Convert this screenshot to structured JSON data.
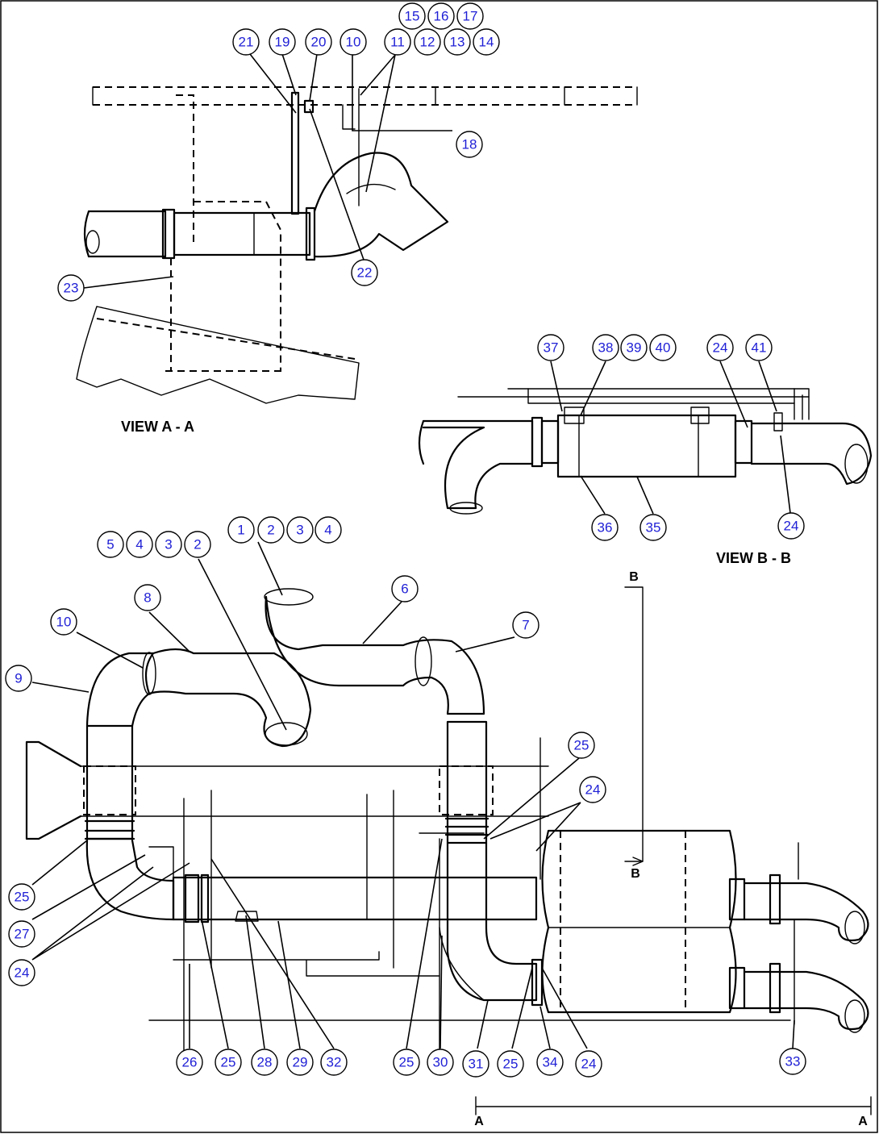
{
  "views": {
    "view_aa_label": "VIEW A - A",
    "view_bb_label": "VIEW B - B"
  },
  "section_marks": {
    "a_left": "A",
    "a_right": "A",
    "b_top": "B",
    "b_bottom": "B"
  },
  "callouts": {
    "aa": [
      "21",
      "19",
      "20",
      "10",
      "11",
      "12",
      "13",
      "14",
      "15",
      "16",
      "17",
      "18",
      "22",
      "23"
    ],
    "bb": [
      "37",
      "38",
      "39",
      "40",
      "24",
      "41",
      "36",
      "35",
      "24"
    ],
    "main_top": [
      "5",
      "4",
      "3",
      "2",
      "1",
      "2",
      "3",
      "4",
      "8",
      "10",
      "6",
      "7",
      "9"
    ],
    "main_right": [
      "25",
      "24"
    ],
    "main_left": [
      "25",
      "27",
      "24"
    ],
    "main_bottom": [
      "26",
      "25",
      "28",
      "29",
      "32",
      "25",
      "30",
      "31",
      "25",
      "34",
      "24",
      "33"
    ]
  }
}
